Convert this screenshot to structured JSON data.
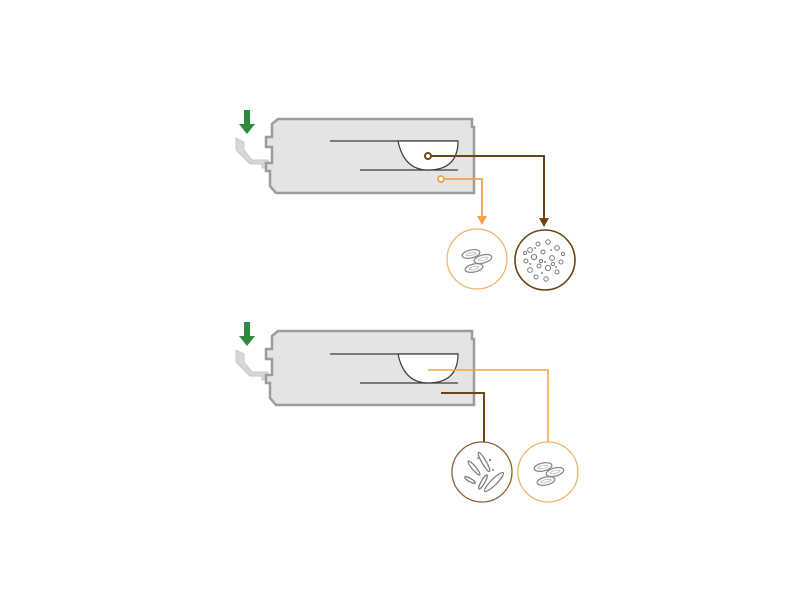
{
  "diagram": {
    "units": [
      {
        "id": "top",
        "inlet_icon": "down-arrow-icon",
        "outputs": [
          {
            "position": "near",
            "particle": "oval-grain-icon",
            "line_color": "#f0a448"
          },
          {
            "position": "far",
            "particle": "small-crumbs-icon",
            "line_color": "#6b4514"
          }
        ]
      },
      {
        "id": "bottom",
        "inlet_icon": "down-arrow-icon",
        "outputs": [
          {
            "position": "near",
            "particle": "elongated-splinter-icon",
            "line_color": "#6b4514"
          },
          {
            "position": "far",
            "particle": "oval-grain-icon",
            "line_color": "#f0a448"
          }
        ]
      }
    ]
  },
  "colors": {
    "housing_fill": "#e4e4e6",
    "housing_stroke": "#9c9c9e",
    "arrow": "#2e8a3c",
    "light_output": "#f0a448",
    "dark_output": "#6b4514",
    "particle_stroke": "#7a7a7a"
  }
}
